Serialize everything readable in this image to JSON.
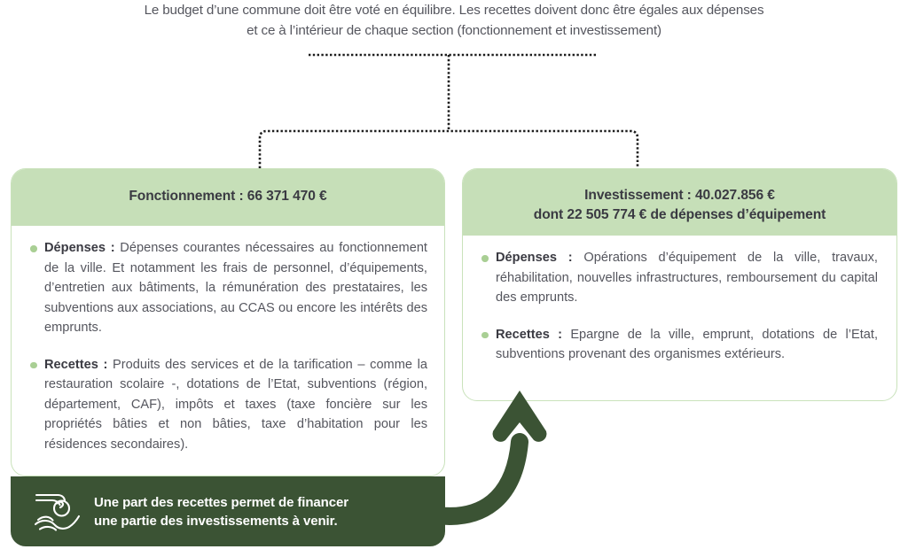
{
  "intro": {
    "line1": "Le budget d’une commune doit être voté en équilibre. Les recettes doivent donc être égales aux dépenses",
    "line2": "et ce à l’intérieur de chaque section (fonctionnement et investissement)"
  },
  "colors": {
    "panel_header_green": "#c6dfb8",
    "panel_border_green": "#c9e2bb",
    "bullet_green": "#a9cf94",
    "dark_green": "#3b5334",
    "text_gray": "#55565e",
    "heading_dark": "#3a3a42",
    "connector_dotted": "#1d1d1d"
  },
  "panels": [
    {
      "id": "fonctionnement",
      "header_line1": "Fonctionnement : 66 371 470 €",
      "header_line2": "",
      "paragraphs": [
        {
          "lead": "Dépenses :",
          "text": " Dépenses courantes nécessaires au fonctionnement de la ville. Et notamment les frais de personnel, d’équipements, d’entretien aux bâtiments, la rémunération des prestataires, les subventions aux associations, au CCAS ou encore les intérêts des emprunts."
        },
        {
          "lead": "Recettes :",
          "text": " Produits des services et de la tarification – comme la restauration scolaire -, dotations de l’Etat, subventions (région, département, CAF), impôts et taxes (taxe foncière sur les propriétés bâties et non bâties, taxe d’habitation pour les résidences secondaires)."
        }
      ]
    },
    {
      "id": "investissement",
      "header_line1": "Investissement : 40.027.856 €",
      "header_line2": "dont 22 505 774 € de dépenses d’équipement",
      "paragraphs": [
        {
          "lead": "Dépenses :",
          "text": " Opérations d’équipement de la ville, travaux, réhabilitation, nouvelles infrastructures, remboursement du capital des emprunts."
        },
        {
          "lead": "Recettes :",
          "text": " Epargne de la ville, emprunt, dotations de l’Etat, subventions provenant des organismes extérieurs."
        }
      ]
    }
  ],
  "callout": {
    "icon": "hand-giving-coin-icon",
    "line1": "Une part des recettes permet de financer",
    "line2": "une partie des investissements à venir."
  },
  "arrow": {
    "name": "curved-up-arrow",
    "meaning": "flow from fonctionnement recettes to investissement"
  }
}
